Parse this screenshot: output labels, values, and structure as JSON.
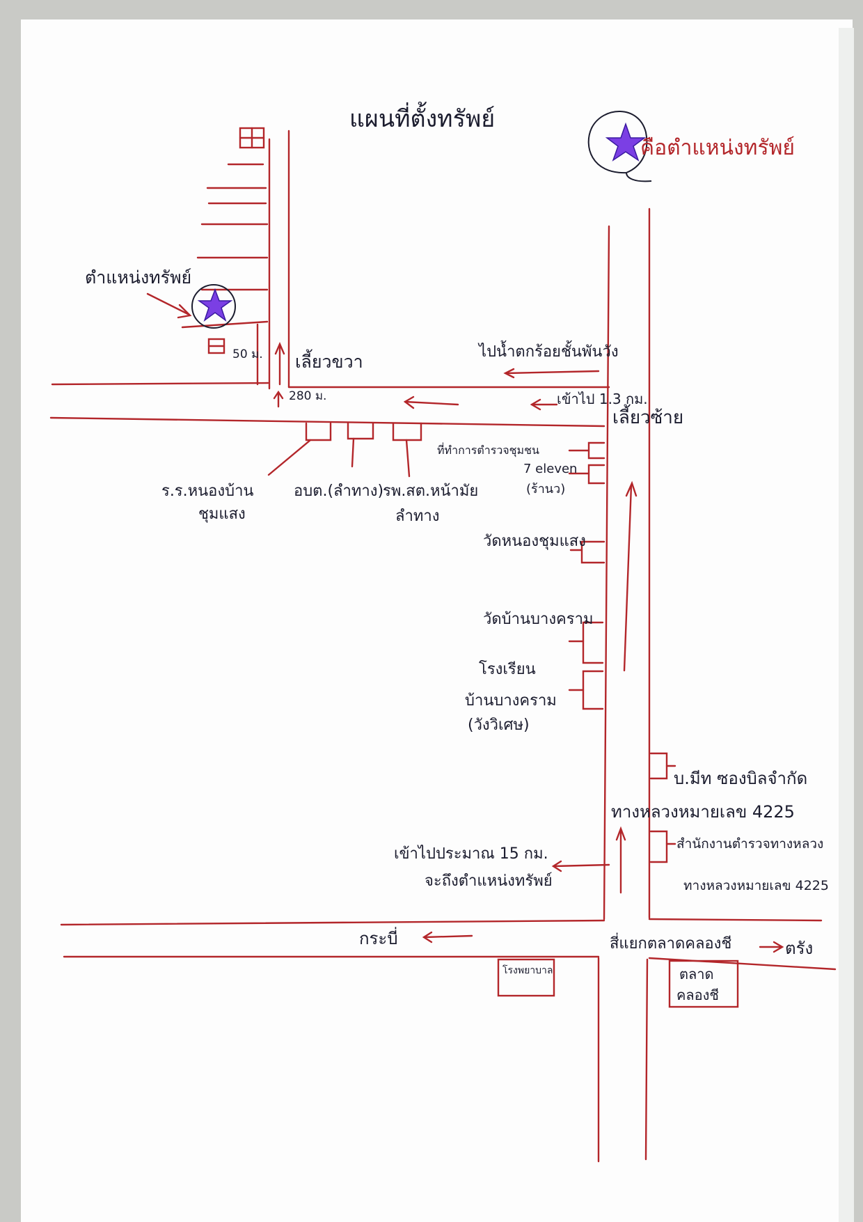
{
  "title": "แผนที่ตั้งทรัพย์",
  "colors": {
    "road": "#b3262a",
    "ink": "#1b1c2e",
    "star": "#7b3fe4",
    "paper": "#fdfdfd"
  },
  "marker_labels": {
    "property_left": "ตำแหน่งทรัพย์",
    "property_right": "คือตำแหน่งทรัพย์"
  },
  "directions": {
    "turn_right": "เลี้ยวขวา",
    "turn_left": "เลี้ยวซ้าย",
    "enter_13km": "เข้าไป 1.3 กม.",
    "to_waterfall": "ไปน้ำตกร้อยชั้นพันวัง",
    "enter_15km": "เข้าไปประมาณ 15 กม.",
    "enter_15km_2": "จะถึงตำแหน่งทรัพย์"
  },
  "distances": {
    "d50": "50 ม.",
    "d280": "280 ม."
  },
  "landmarks": {
    "school_1": "ร.ร.หนองบ้าน",
    "school_2": "ชุมแสง",
    "sao": "อบต.(ลำทาง)",
    "health_1": "รพ.สต.หน้ามัย",
    "health_2": "ลำทาง",
    "police_1": "ที่ทำการตำรวจชุมชน",
    "seven_1": "7 eleven",
    "seven_2": "(ร้านว)",
    "temple_1": "วัดหนองชุมแสง",
    "temple_2": "วัดบ้านบางคราม",
    "school_3": "โรงเรียน",
    "school_4": "บ้านบางคราม",
    "school_5": "(วังวิเศษ)",
    "company": "บ.มีท ซองบิลจำกัด",
    "highway": "ทางหลวงหมายเลข 4225",
    "highway_office_1": "สำนักงานตำรวจทางหลวง",
    "highway_office_2": "ทางหลวงหมายเลข 4225"
  },
  "bottom": {
    "krabi": "กระบี่",
    "junction": "สี่แยกตลาดคลองชี",
    "trang": "ตรัง",
    "hospital": "โรงพยาบาล",
    "market_1": "ตลาด",
    "market_2": "คลองชี"
  }
}
